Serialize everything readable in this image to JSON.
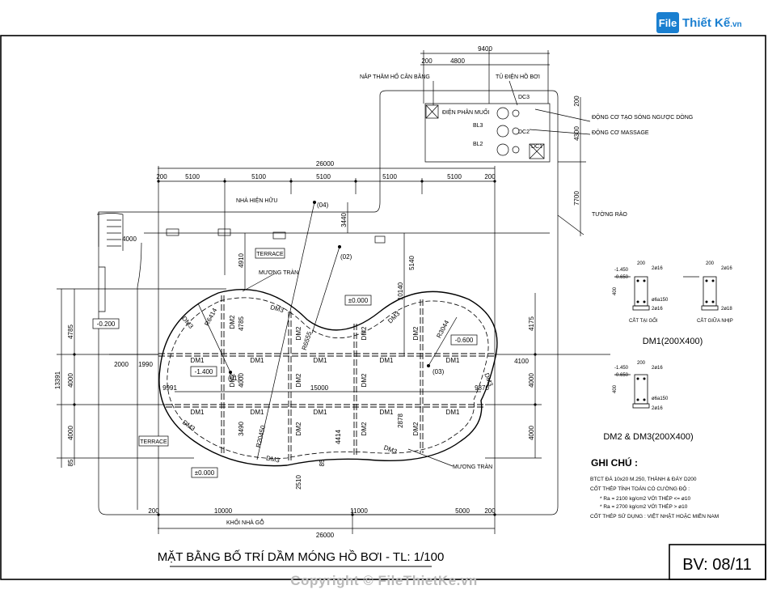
{
  "logo": {
    "badge": "File",
    "name": "Thiết Kế",
    "suffix": ".vn"
  },
  "watermark": "Copyright © FileThietKe.vn",
  "title": "MẶT BẰNG BỐ TRÍ DẦM MÓNG HỒ BƠI - TL: 1/100",
  "sheet_no": "BV: 08/11",
  "dims": {
    "total_top": "26000",
    "total_bottom": "26000",
    "eq_top": "9400",
    "t200": "200",
    "t4800": "4800",
    "s5100": "5100",
    "b10000": "10000",
    "b11000": "11000",
    "b5000": "5000",
    "b200": "200",
    "l4785": "4785",
    "l4000a": "4000",
    "l4000b": "4000",
    "l85": "85",
    "l13391": "13391",
    "r4175": "4175",
    "r4000a": "4000",
    "r4000b": "4000",
    "r4100": "4100",
    "r7700": "7700",
    "r4300": "4300",
    "r200": "200",
    "i3440": "3440",
    "i4910": "4910",
    "i5140": "5140",
    "i10140": "10140",
    "i4785": "4785",
    "i4000": "4000",
    "i3490": "3490",
    "i2000": "2000",
    "i1990": "1990",
    "i9991": "9991",
    "i15000": "15000",
    "i9870": "9870",
    "i4414": "4414",
    "i2878": "2878",
    "i2510": "2510",
    "i85": "85",
    "d4000": "4000"
  },
  "radii": [
    "R6414",
    "R6555",
    "R3044",
    "R20450"
  ],
  "points": [
    "(04)",
    "(02)",
    "(01)",
    "(03)"
  ],
  "labels": {
    "nap_tham": "NẮP THĂM HỐ CÂN BẰNG",
    "tu_dien": "TỦ ĐIỆN HỒ BƠI",
    "dien_phan": "ĐIỆN PHÂN MUỐI",
    "dc1": "DC1",
    "dc2": "DC2",
    "dc3": "DC3",
    "bl2": "BL2",
    "bl3": "BL3",
    "dong_co_tao": "ĐỘNG CƠ TẠO SÓNG NGƯỢC DÒNG",
    "dong_co_massage": "ĐỘNG CƠ MASSAGE",
    "nha_hien_huu": "NHÀ HIỆN HỮU",
    "tuong_rao": "TƯỜNG RÀO",
    "terrace1": "TERRACE",
    "terrace2": "TERRACE",
    "muong_tran1": "MƯƠNG TRÀN",
    "muong_tran2": "MƯƠNG TRÀN",
    "khoi_nha_go": "KHỐI NHÀ GỖ",
    "lvl_p000a": "±0.000",
    "lvl_p000b": "±0.000",
    "lvl_m200": "-0.200",
    "lvl_m1400": "-1.400",
    "lvl_m600": "-0.600"
  },
  "beams": {
    "dm1": "DM1",
    "dm2": "DM2",
    "dm3": "DM3"
  },
  "sections": {
    "dm1_title": "DM1(200X400)",
    "dm23_title": "DM2 & DM3(200X400)",
    "cat_tai_goi": "CẮT TẠI GỐI",
    "cat_giua_nhip": "CẮT GIỮA NHỊP",
    "lv1450": "-1.450",
    "lv650": "-0.650",
    "rebar_2d16": "2ø16",
    "rebar_2d18": "2ø18",
    "stirrup": "ø6a150",
    "w200": "200",
    "h400": "400"
  },
  "notes": {
    "title": "GHI CHÚ :",
    "items": [
      "BTCT ĐÁ 10x20 M.250, THÀNH & ĐÁY D200",
      "CỐT THÉP TÍNH TOÁN CÓ CƯỜNG ĐỘ :",
      "* Ra = 2100 kg/cm2 VỚI THÉP <= ø10",
      "* Ra = 2700 kg/cm2 VỚI THÉP > ø10",
      "CỐT THÉP SỬ DỤNG : VIỆT NHẬT HOẶC MIỀN NAM"
    ]
  }
}
